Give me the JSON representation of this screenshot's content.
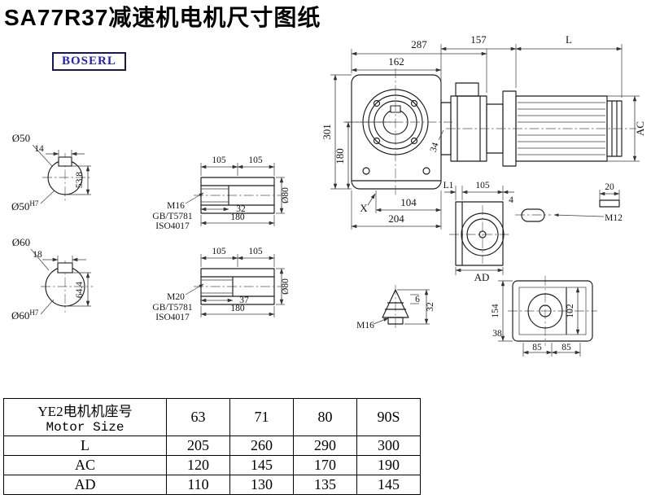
{
  "title": "SA77R37减速机电机尺寸图纸",
  "logo": "BOSERL",
  "dims": {
    "main": {
      "w287": "287",
      "w162": "162",
      "w157": "157",
      "wL": "L",
      "h301": "301",
      "h180": "180",
      "d34": "34",
      "x_mark": "X",
      "w104": "104",
      "w204": "204",
      "hAC": "AC"
    },
    "shaft50": {
      "dia": "Ø50",
      "key": "14",
      "height": "53.8",
      "bore": "Ø50",
      "tol": "H7"
    },
    "shaft60": {
      "dia": "Ø60",
      "key": "18",
      "height": "64.4",
      "bore": "Ø60",
      "tol": "H7"
    },
    "bush1": {
      "l1": "105",
      "l2": "105",
      "thread": "M16",
      "std1": "GB/T5781",
      "std2": "ISO4017",
      "depth": "32",
      "len": "180",
      "dia": "Ø80"
    },
    "bush2": {
      "l1": "105",
      "l2": "105",
      "thread": "M20",
      "std1": "GB/T5781",
      "std2": "ISO4017",
      "depth": "37",
      "len": "180",
      "dia": "Ø80"
    },
    "side": {
      "l1": "L1",
      "w105": "105",
      "w4": "4",
      "key20": "20",
      "thread": "M12",
      "ad": "AD"
    },
    "rear": {
      "h154": "154",
      "h102": "102",
      "w38": "38",
      "w85a": "85",
      "w85b": "85"
    },
    "plug": {
      "h6": "6",
      "h32": "32",
      "thread": "M16"
    }
  },
  "table": {
    "header_cn": "YE2电机机座号",
    "header_en": "Motor Size",
    "columns": [
      "63",
      "71",
      "80",
      "90S"
    ],
    "rows": [
      {
        "label": "L",
        "values": [
          "205",
          "260",
          "290",
          "300"
        ]
      },
      {
        "label": "AC",
        "values": [
          "120",
          "145",
          "170",
          "190"
        ]
      },
      {
        "label": "AD",
        "values": [
          "110",
          "130",
          "135",
          "145"
        ]
      }
    ]
  }
}
